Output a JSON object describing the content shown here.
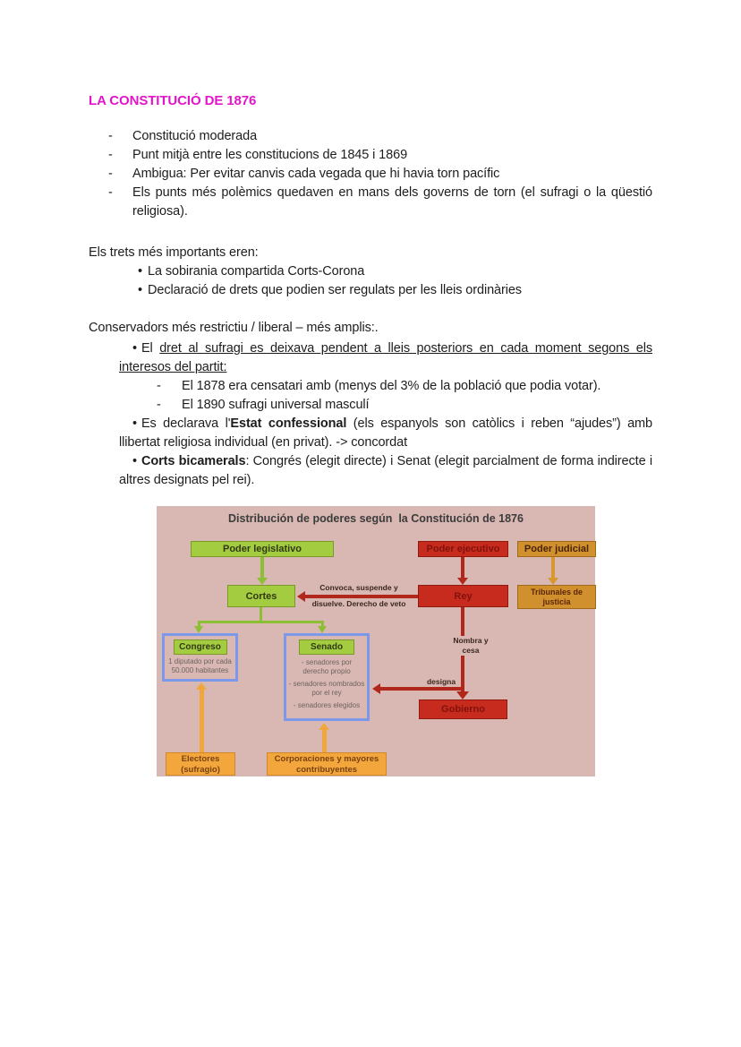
{
  "doc": {
    "title": "LA CONSTITUCIÓ DE 1876",
    "markers": {
      "dash": "-",
      "dot": "•"
    },
    "list1": [
      "Constitució moderada",
      "Punt mitjà entre les constitucions de 1845 i 1869",
      "Ambigua: Per evitar canvis cada vegada que hi havia torn pacífic",
      "Els punts més polèmics quedaven en mans dels governs de torn (el sufragi o la qüestió religiosa)."
    ],
    "s1_heading": "Els trets més importants eren:",
    "s1_items": [
      "La sobirania compartida Corts-Corona",
      "Declaració de drets que podien ser regulats per les lleis ordinàries"
    ],
    "s2_heading": "Conservadors més restrictiu / liberal – més amplis:.",
    "b1": {
      "pre": "El ",
      "underline": "dret al sufragi es deixava pendent a lleis posteriors en cada moment segons els interesos del partit:"
    },
    "b1_sub": [
      "El 1878 era censatari amb (menys del 3% de la població que podia votar).",
      "El 1890 sufragi universal masculí"
    ],
    "b2": {
      "pre": "Es declarava l'",
      "bold": "Estat confessional",
      "post": " (els espanyols son catòlics i reben “ajudes”) amb llibertat religiosa individual (en privat). -> concordat"
    },
    "b3": {
      "bold": "Corts bicamerals",
      "post": ": Congrés (elegit directe) i Senat (elegit parcialment de forma indirecte i altres designats pel rei)."
    }
  },
  "diagram": {
    "title": "Distribución de poderes según  la Constitución de 1876",
    "nodes": {
      "poder_legislativo": "Poder legislativo",
      "poder_ejecutivo": "Poder ejecutivo",
      "poder_judicial": "Poder judicial",
      "cortes": "Cortes",
      "rey": "Rey",
      "tribunales": "Tribunales de justicia",
      "congreso": "Congreso",
      "congreso_note": "1 diputado por cada 50.000 habitantes",
      "senado": "Senado",
      "senado_items": [
        "- senadores por derecho propio",
        "- senadores nombrados por el rey",
        "- senadores elegidos"
      ],
      "gobierno": "Gobierno",
      "electores": "Electores (sufragio)",
      "corporaciones": "Corporaciones y mayores contribuyentes"
    },
    "edges": {
      "convoca_line1": "Convoca, suspende y",
      "convoca_line2": "disuelve. Derecho de veto",
      "nombra_line1": "Nombra y",
      "nombra_line2": "cesa",
      "designa": "designa"
    },
    "colors": {
      "background": "#d9b8b4",
      "green": "#a4cc41",
      "red": "#c62b1e",
      "orange_dark": "#d1902e",
      "orange_light": "#f2a63c",
      "blue_border": "#7b99e8",
      "title_magenta": "#e315c9"
    }
  }
}
